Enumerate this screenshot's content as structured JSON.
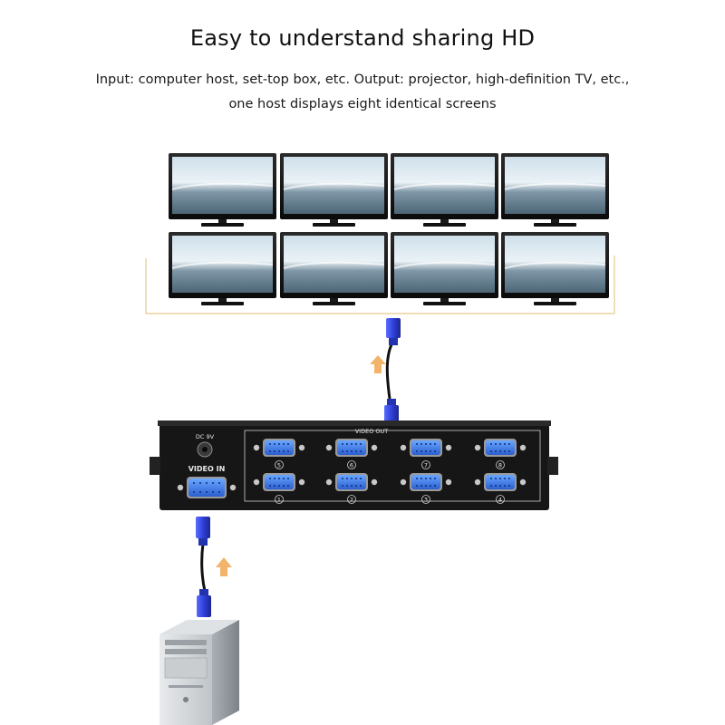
{
  "header": {
    "title": "Easy to understand sharing HD",
    "subtitle_line1": "Input: computer host, set-top box, etc. Output: projector, high-definition TV, etc.,",
    "subtitle_line2": "one host displays eight identical screens"
  },
  "splitter": {
    "dc_label": "DC 9V",
    "video_in_label": "VIDEO IN",
    "video_out_label": "VIDEO OUT",
    "top_port_numbers": [
      "5",
      "6",
      "7",
      "8"
    ],
    "bottom_port_numbers": [
      "1",
      "2",
      "3",
      "4"
    ]
  },
  "colors": {
    "connector_blue": "#2f3fd8",
    "arrow_orange": "#f2b46a",
    "frame_gold": "#e6c98a",
    "device_body": "#161616"
  },
  "icons": {
    "monitor": "tv-monitor-icon",
    "arrow": "arrow-up-icon",
    "pc": "desktop-tower-icon",
    "connector": "vga-connector-icon"
  }
}
